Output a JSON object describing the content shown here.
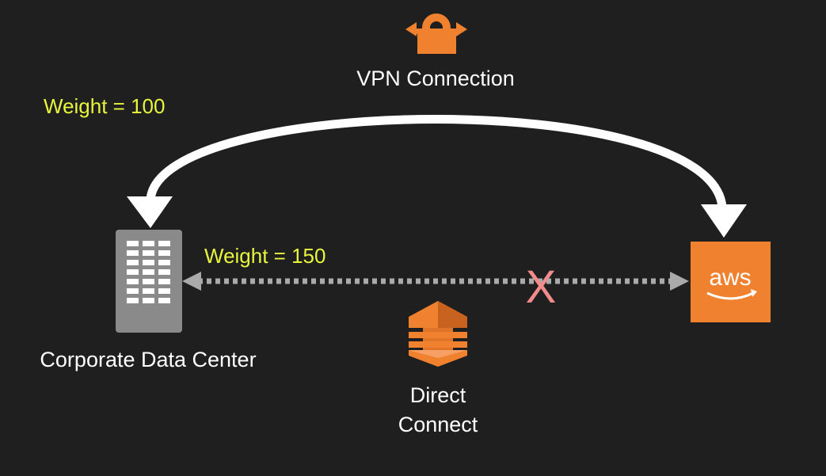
{
  "vpn": {
    "label": "VPN Connection",
    "icon": "vpn-lock-icon"
  },
  "weights": {
    "vpn": "Weight = 100",
    "direct": "Weight = 150"
  },
  "datacenter": {
    "label": "Corporate Data Center",
    "icon": "building-icon"
  },
  "aws": {
    "logo_text": "aws",
    "icon": "aws-logo-icon"
  },
  "direct_connect": {
    "line1": "Direct",
    "line2": "Connect",
    "icon": "direct-connect-icon",
    "status_mark": "X"
  },
  "colors": {
    "background": "#1f1f1f",
    "orange": "#f0812f",
    "weight_text": "#e8f53c",
    "fail_mark": "#f28b8b",
    "dotted_line": "#aaaaaa"
  }
}
